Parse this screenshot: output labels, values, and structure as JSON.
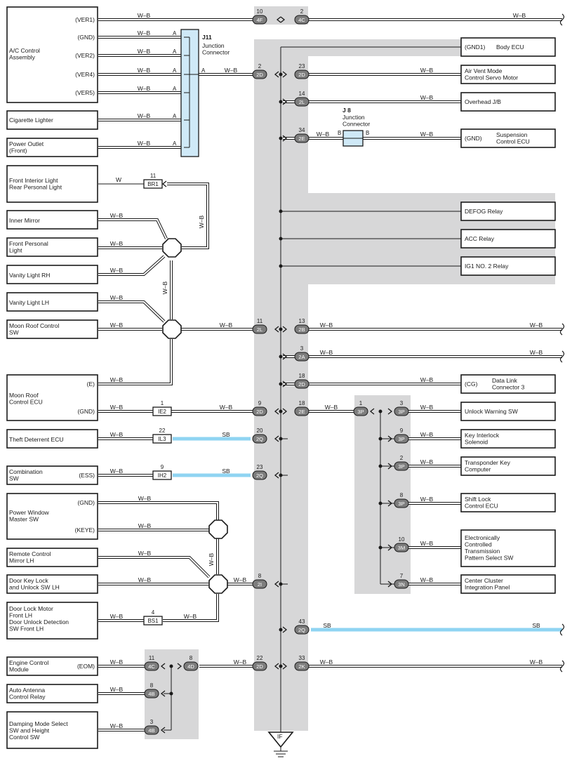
{
  "left_components": {
    "ac_control": {
      "name": "A/C Control\nAssembly",
      "terminals": [
        "(VER1)",
        "(GND)",
        "(VER2)",
        "(VER4)",
        "(VER5)"
      ]
    },
    "cigarette_lighter": {
      "name": "Cigarette Lighter"
    },
    "power_outlet": {
      "name": "Power Outlet\n(Front)"
    },
    "front_interior_light": {
      "name": "Front Interior Light\nRear Personal Light"
    },
    "inner_mirror": {
      "name": "Inner Mirror"
    },
    "front_personal_light": {
      "name": "Front Personal\nLight"
    },
    "vanity_light_rh": {
      "name": "Vanity Light RH"
    },
    "vanity_light_lh": {
      "name": "Vanity Light LH"
    },
    "moon_roof_control_sw": {
      "name": "Moon Roof Control\nSW"
    },
    "moon_roof_control_ecu": {
      "name": "Moon Roof\nControl ECU",
      "terminals": [
        "(E)",
        "(GND)"
      ]
    },
    "theft_deterrent_ecu": {
      "name": "Theft Deterrent ECU"
    },
    "combination_sw": {
      "name": "Combination\nSW",
      "terminal": "(ESS)"
    },
    "power_window_master_sw": {
      "name": "Power Window\nMaster SW",
      "terminals": [
        "(GND)",
        "(KEYE)"
      ]
    },
    "remote_control_mirror_lh": {
      "name": "Remote Control\nMirror LH"
    },
    "door_key_lock_sw": {
      "name": "Door Key Lock\nand Unlock SW LH"
    },
    "door_lock_motor": {
      "name": "Door Lock Motor\nFront LH\nDoor Unlock Detection\nSW Front LH"
    },
    "engine_control_module": {
      "name": "Engine Control\nModule",
      "terminal": "(EOM)"
    },
    "auto_antenna_relay": {
      "name": "Auto Antenna\nControl Relay"
    },
    "damping_mode_sw": {
      "name": "Damping Mode Select\nSW and Height\nControl SW"
    }
  },
  "right_components": {
    "body_ecu": {
      "name": "Body ECU",
      "terminal": "(GND1)"
    },
    "air_vent_motor": {
      "name": "Air Vent Mode\nControl Servo Motor"
    },
    "overhead_jb": {
      "name": "Overhead J/B"
    },
    "suspension_ecu": {
      "name": "Suspension\nControl ECU",
      "terminal": "(GND)"
    },
    "defog_relay": {
      "name": "DEFOG Relay"
    },
    "acc_relay": {
      "name": "ACC Relay"
    },
    "ig1_relay": {
      "name": "IG1 NO. 2 Relay"
    },
    "data_link_connector": {
      "name": "Data Link\nConnector 3",
      "terminal": "(CG)"
    },
    "unlock_warning_sw": {
      "name": "Unlock Warning SW"
    },
    "key_interlock_solenoid": {
      "name": "Key Interlock\nSolenoid"
    },
    "transponder_key_computer": {
      "name": "Transponder Key\nComputer"
    },
    "shift_lock_ecu": {
      "name": "Shift Lock\nControl ECU"
    },
    "pattern_select_sw": {
      "name": "Electronically\nControlled\nTransmission\nPattern Select SW"
    },
    "center_cluster_panel": {
      "name": "Center Cluster\nIntegration Panel"
    }
  },
  "junction_connectors": {
    "j11": {
      "id": "J11",
      "name": "Junction\nConnector",
      "pin": "A"
    },
    "j8": {
      "id": "J 8",
      "name": "Junction\nConnector",
      "pin": "B"
    }
  },
  "wire_colors": {
    "wb": "W–B",
    "sb": "SB",
    "w": "W"
  },
  "connectors": [
    {
      "code": "4F",
      "pin": "10"
    },
    {
      "code": "4C",
      "pin": "2"
    },
    {
      "code": "2D",
      "pin": "2"
    },
    {
      "code": "2D",
      "pin": "23"
    },
    {
      "code": "2L",
      "pin": "14"
    },
    {
      "code": "2E",
      "pin": "34"
    },
    {
      "code": "BR1",
      "pin": "11"
    },
    {
      "code": "2L",
      "pin": "11"
    },
    {
      "code": "2B",
      "pin": "13"
    },
    {
      "code": "2A",
      "pin": "3"
    },
    {
      "code": "2D",
      "pin": "18"
    },
    {
      "code": "IE2",
      "pin": "1"
    },
    {
      "code": "2D",
      "pin": "9"
    },
    {
      "code": "2E",
      "pin": "18"
    },
    {
      "code": "3P",
      "pin": "1"
    },
    {
      "code": "3P",
      "pin": "3"
    },
    {
      "code": "IL3",
      "pin": "22"
    },
    {
      "code": "2Q",
      "pin": "20"
    },
    {
      "code": "3P",
      "pin": "9"
    },
    {
      "code": "IH2",
      "pin": "9"
    },
    {
      "code": "2Q",
      "pin": "23"
    },
    {
      "code": "3P",
      "pin": "2"
    },
    {
      "code": "3P",
      "pin": "8"
    },
    {
      "code": "3M",
      "pin": "10"
    },
    {
      "code": "2I",
      "pin": "8"
    },
    {
      "code": "3N",
      "pin": "7"
    },
    {
      "code": "BS1",
      "pin": "4"
    },
    {
      "code": "2Q",
      "pin": "43"
    },
    {
      "code": "4C",
      "pin": "11"
    },
    {
      "code": "4D",
      "pin": "8"
    },
    {
      "code": "2D",
      "pin": "22"
    },
    {
      "code": "2K",
      "pin": "33"
    },
    {
      "code": "4B",
      "pin": "8"
    },
    {
      "code": "4B",
      "pin": "3"
    }
  ],
  "ground": {
    "label": "IF"
  },
  "colors": {
    "sb_wire": "#8fd4f2",
    "junction_fill": "#cfe9f7",
    "shade": "#d7d7d8"
  }
}
